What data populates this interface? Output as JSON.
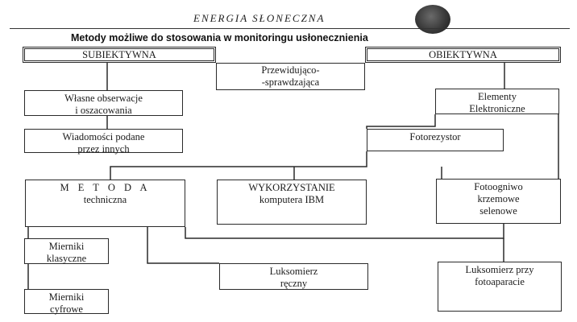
{
  "header": {
    "running_head": "ENERGIA SŁONECZNA",
    "caption": "Metody możliwe do stosowania w monitoringu usłonecznienia"
  },
  "nodes": {
    "subiektywna": [
      "SUBIEKTYWNA"
    ],
    "obiektywna": [
      "OBIEKTYWNA"
    ],
    "przewidujaco": [
      "Przewidująco-",
      "-sprawdzająca"
    ],
    "wlasne": [
      "Własne obserwacje",
      "i oszacowania"
    ],
    "wiadomosci": [
      "Wiadomości podane",
      "przez innych"
    ],
    "elementy": [
      "Elementy",
      "Elektroniczne"
    ],
    "fotorezystor": [
      "Fotorezystor"
    ],
    "metoda": [
      "M E T O D A",
      "techniczna"
    ],
    "wykorzystanie": [
      "WYKORZYSTANIE",
      "komputera IBM"
    ],
    "fotoogniwo": [
      "Fotoogniwo",
      "krzemowe",
      "selenowe"
    ],
    "mierniki_klasyczne": [
      "Mierniki",
      "klasyczne"
    ],
    "luksomierz_reczny": [
      "Luksomierz",
      "ręczny"
    ],
    "luksomierz_foto": [
      "Luksomierz przy",
      "fotoaparacie"
    ],
    "mierniki_cyfrowe": [
      "Mierniki",
      "cyfrowe"
    ]
  }
}
